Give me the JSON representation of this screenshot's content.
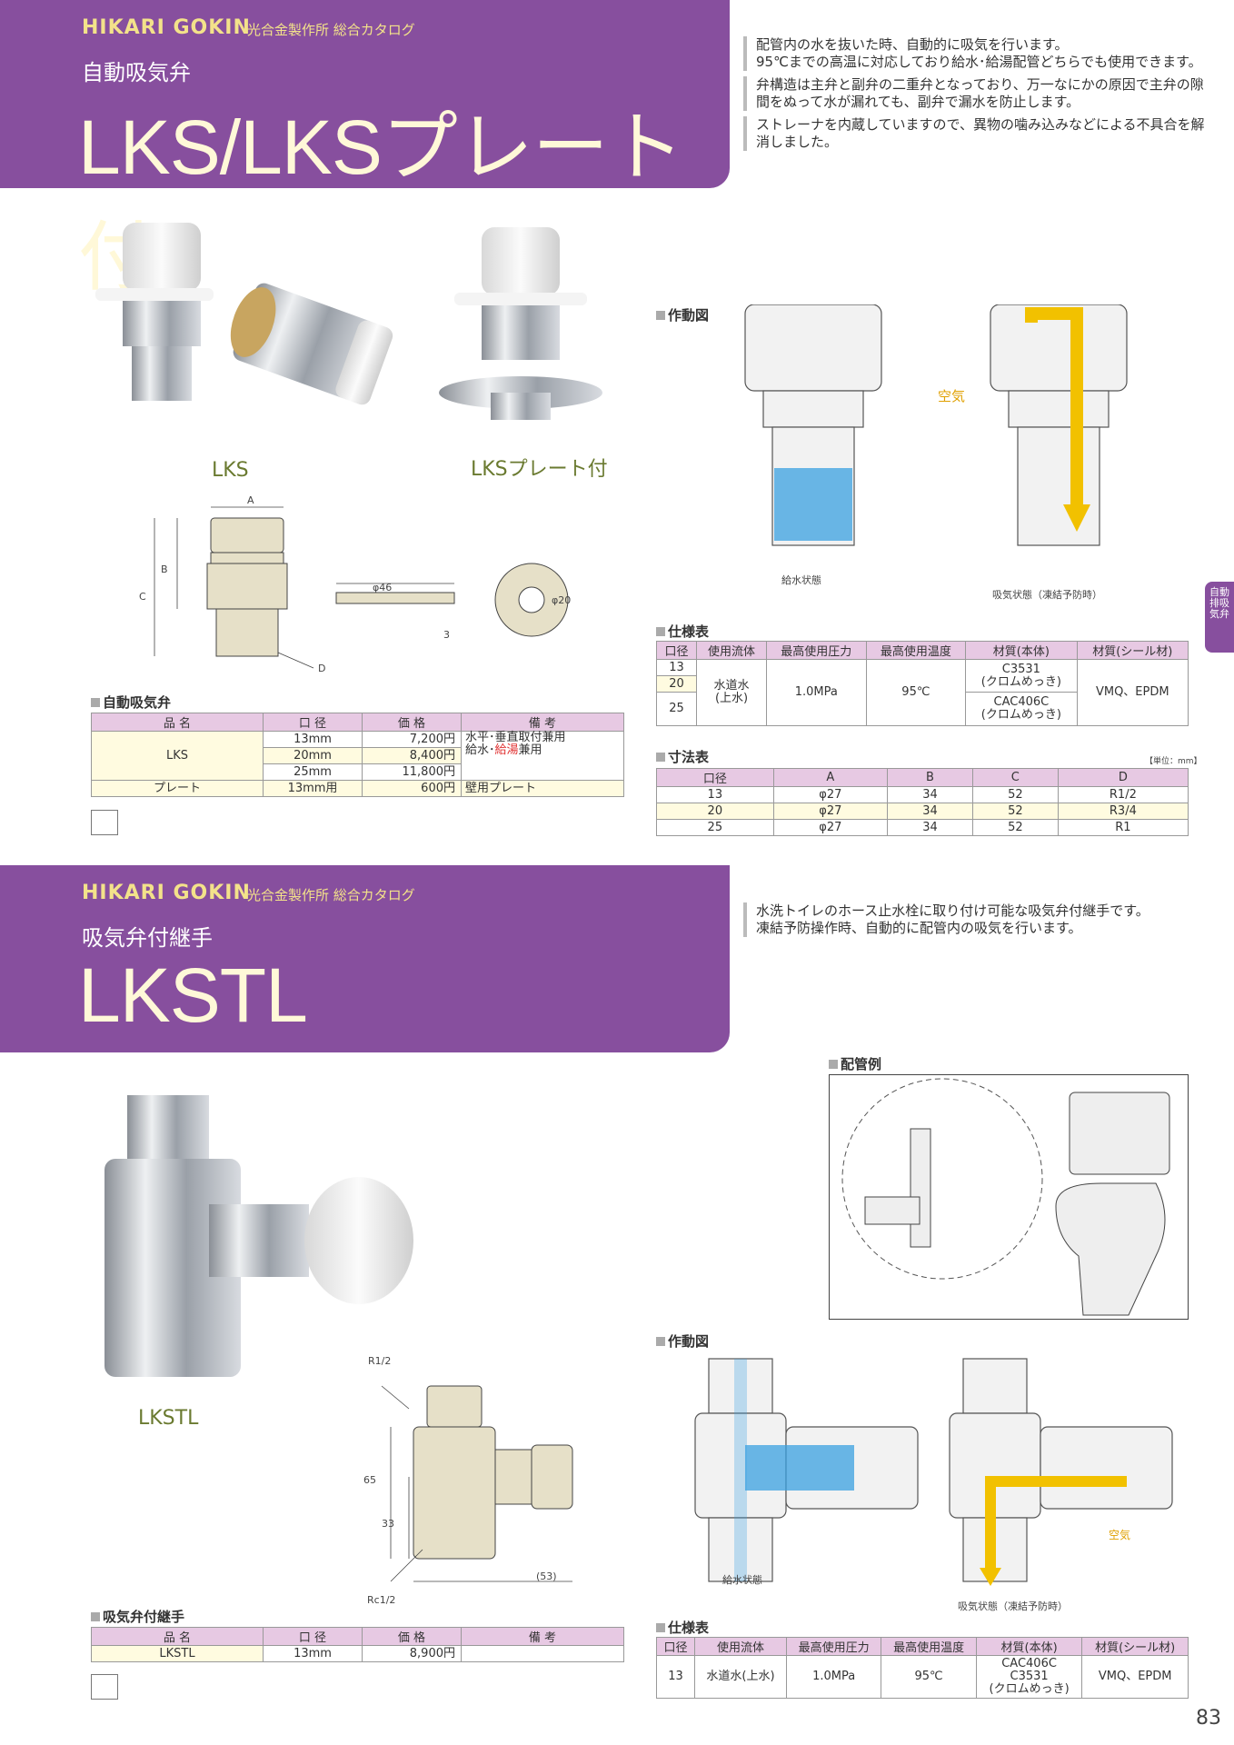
{
  "brand": {
    "name": "HIKARI GOKIN",
    "sub": "光合金製作所 総合カタログ"
  },
  "section1": {
    "subtitle": "自動吸気弁",
    "title": "LKS/LKSプレート付",
    "desc": [
      "配管内の水を抜いた時、自動的に吸気を行います。\n95℃までの高温に対応しており給水･給湯配管どちらでも使用できます。",
      "弁構造は主弁と副弁の二重弁となっており、万一なにかの原因で主弁の隙間をぬって水が漏れても、副弁で漏水を防止します。",
      "ストレーナを内蔵していますので、異物の噛み込みなどによる不具合を解消しました。"
    ],
    "label_lks": "LKS",
    "label_plate": "LKSプレート付",
    "dims": {
      "a": "A",
      "b": "B",
      "c": "C",
      "d": "D",
      "phi46": "φ46",
      "phi20": "φ20",
      "three": "3"
    },
    "diagram_title": "作動図",
    "diag_air": "空気",
    "diag_cap1": "給水状態",
    "diag_cap2": "吸気状態（凍結予防時）",
    "price_title": "自動吸気弁",
    "price_headers": [
      "品 名",
      "口 径",
      "価 格",
      "備 考"
    ],
    "price_rows": [
      {
        "name": "LKS",
        "size": "13mm",
        "price": "7,200円"
      },
      {
        "size": "20mm",
        "price": "8,400円"
      },
      {
        "size": "25mm",
        "price": "11,800円"
      },
      {
        "name": "プレート",
        "size": "13mm用",
        "price": "600円",
        "note": "壁用プレート"
      }
    ],
    "lks_note1": "水平･垂直取付兼用",
    "lks_note2a": "給水･",
    "lks_note2b": "給湯",
    "lks_note2c": "兼用",
    "spec_title": "仕様表",
    "spec_headers": [
      "口径",
      "使用流体",
      "最高使用圧力",
      "最高使用温度",
      "材質(本体)",
      "材質(シール材)"
    ],
    "spec_sizes": [
      "13",
      "20",
      "25"
    ],
    "spec_fluid": "水道水\n(上水)",
    "spec_pressure": "1.0MPa",
    "spec_temp": "95℃",
    "spec_mat1": "C3531\n(クロムめっき)",
    "spec_mat2": "CAC406C\n(クロムめっき)",
    "spec_seal": "VMQ、EPDM",
    "dim_title": "寸法表",
    "dim_unit": "【単位：mm】",
    "dim_headers": [
      "口径",
      "A",
      "B",
      "C",
      "D"
    ],
    "dim_rows": [
      [
        "13",
        "φ27",
        "34",
        "52",
        "R1/2"
      ],
      [
        "20",
        "φ27",
        "34",
        "52",
        "R3/4"
      ],
      [
        "25",
        "φ27",
        "34",
        "52",
        "R1"
      ]
    ]
  },
  "section2": {
    "subtitle": "吸気弁付継手",
    "title": "LKSTL",
    "desc": [
      "水洗トイレのホース止水栓に取り付け可能な吸気弁付継手です。\n凍結予防操作時、自動的に配管内の吸気を行います。"
    ],
    "label": "LKSTL",
    "piping_title": "配管例",
    "diagram_title": "作動図",
    "diag_air": "空気",
    "diag_cap1": "給水状態",
    "diag_cap2": "吸気状態（凍結予防時）",
    "dims": {
      "r12": "R1/2",
      "rc12": "Rc1/2",
      "d65": "65",
      "d33": "33",
      "d53": "(53)"
    },
    "price_title": "吸気弁付継手",
    "price_headers": [
      "品 名",
      "口 径",
      "価 格",
      "備 考"
    ],
    "price_row": {
      "name": "LKSTL",
      "size": "13mm",
      "price": "8,900円",
      "note": ""
    },
    "spec_title": "仕様表",
    "spec_headers": [
      "口径",
      "使用流体",
      "最高使用圧力",
      "最高使用温度",
      "材質(本体)",
      "材質(シール材)"
    ],
    "spec_row": {
      "size": "13",
      "fluid": "水道水(上水)",
      "pressure": "1.0MPa",
      "temp": "95℃",
      "mat": "CAC406C\nC3531\n(クロムめっき)",
      "seal": "VMQ、EPDM"
    }
  },
  "side_tab": "自動\n排吸\n気弁",
  "page_number": "83",
  "colors": {
    "header": "#874f9e",
    "title": "#fff8d8",
    "brand": "#f3e28a",
    "table_head": "#e7c9e3",
    "cream": "#fffbe0",
    "water": "#39a0e0",
    "air": "#f2c100"
  }
}
